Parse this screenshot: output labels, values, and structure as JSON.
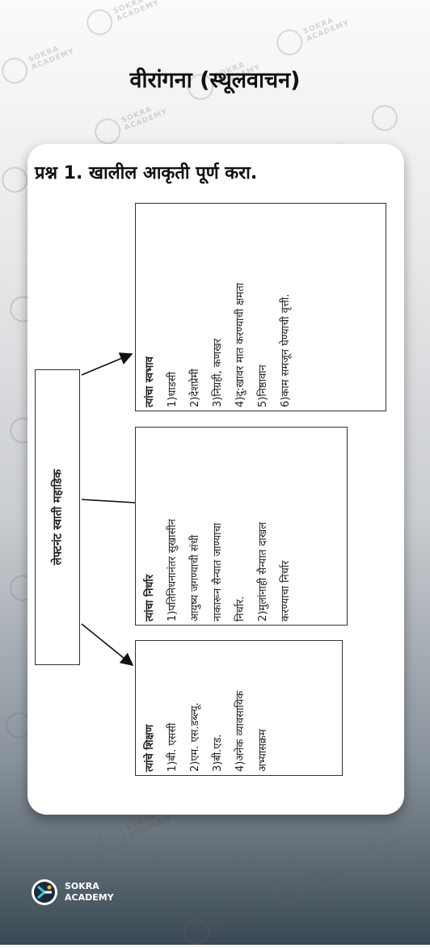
{
  "title": "वीरांगना (स्थूलवाचन)",
  "question": "प्रश्न 1. खालील आकृती पूर्ण करा.",
  "diagram": {
    "center": "लेफ्टनंट स्वाती महाडिक",
    "boxes": [
      {
        "heading": "त्यांचा स्वभाव",
        "lines": [
          "1)धाडसी",
          "2)देशप्रेमी",
          "3)निग्रही, कणखर",
          "4)दु:खावर मात करण्याची क्षमता",
          "5)निष्ठावान",
          "6)काम समजून घेण्याची वृत्ती."
        ]
      },
      {
        "heading": "त्यांचा निर्धार",
        "lines": [
          "1)पतिनिधनानंतर सुखासीन",
          "आयुष्य जगण्याची संधी",
          "नाकारून सैन्यात जाण्याचा",
          "निर्धार.",
          "2)मुलांनाही सैन्यात दाखल",
          "करण्याचा निर्धार"
        ]
      },
      {
        "heading": "त्यांचे शिक्षण",
        "lines": [
          "1)बी. एससी",
          "2)एम. एस.डब्ल्यू.",
          "3)बी.एड.",
          "4)अनेक व्यावसायिक",
          "अभ्यासक्रम"
        ]
      }
    ]
  },
  "watermark": "SOKRA\nACADEMY",
  "brand": {
    "name": "SOKRA\nACADEMY"
  }
}
